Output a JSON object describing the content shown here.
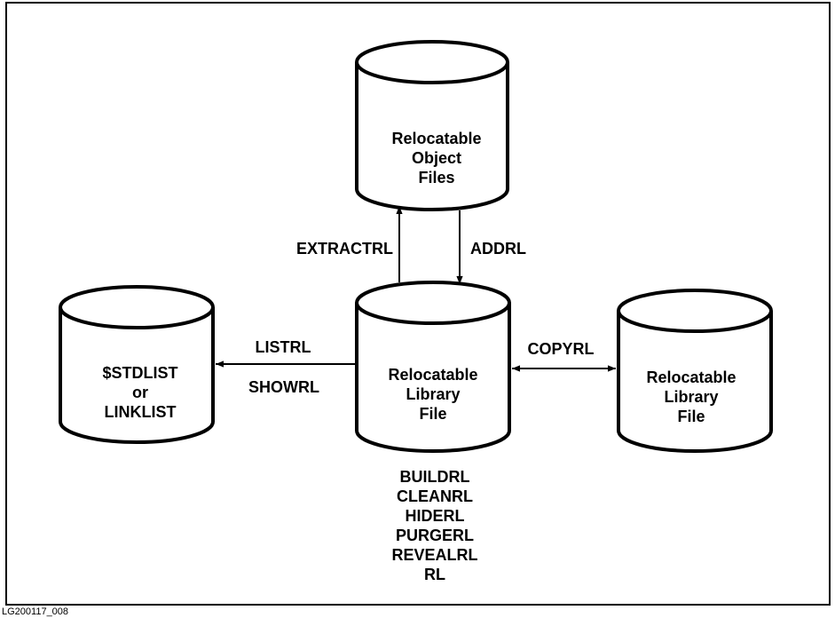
{
  "cylinders": {
    "object_files": [
      "Relocatable",
      "Object",
      "Files"
    ],
    "stdlist": [
      "$STDLIST",
      "or",
      "LINKLIST"
    ],
    "library_file": [
      "Relocatable",
      "Library",
      "File"
    ],
    "copy_library_file": [
      "Relocatable",
      "Library",
      "File"
    ]
  },
  "arrows": {
    "extractrl": "EXTRACTRL",
    "addrl": "ADDRL",
    "listrl": "LISTRL",
    "showrl": "SHOWRL",
    "copyrl": "COPYRL"
  },
  "commands": [
    "BUILDRL",
    "CLEANRL",
    "HIDERL",
    "PURGERL",
    "REVEALRL",
    "RL"
  ],
  "figure_id": "LG200117_008"
}
